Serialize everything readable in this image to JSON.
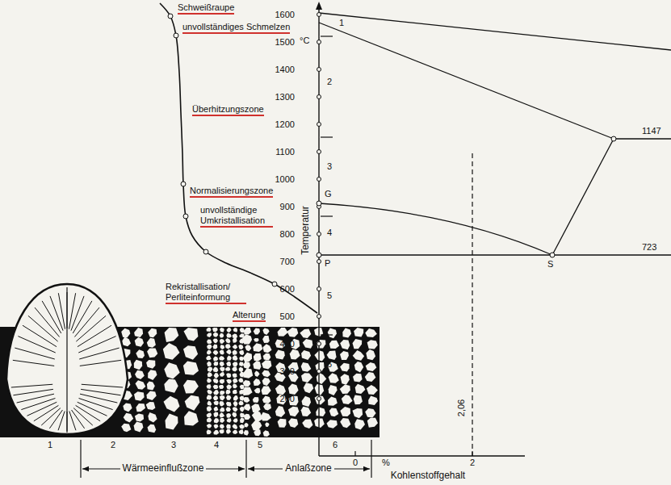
{
  "diagram": {
    "labels": [
      "Schweißraupe",
      "unvollständiges Schmelzen",
      "Überhitzungszone",
      "Normalisierungszone",
      "unvollständige Umkristallisation",
      "Rekristallisation/ Perliteinformung",
      "Alterung",
      "1600",
      "1500",
      "1400",
      "1300",
      "1200",
      "1100",
      "1000",
      "900",
      "800",
      "700",
      "600",
      "500",
      "400",
      "300",
      "200",
      "°C",
      "Temperatur",
      "1",
      "2",
      "3",
      "4",
      "5",
      "6",
      "G",
      "P",
      "S",
      "1147",
      "723",
      "2,06",
      "0",
      "%",
      "2",
      "Kohlenstoffgehalt",
      "1",
      "2",
      "3",
      "4",
      "5",
      "6",
      "Wärmeeinflußzone",
      "Anlaßzone"
    ]
  }
}
